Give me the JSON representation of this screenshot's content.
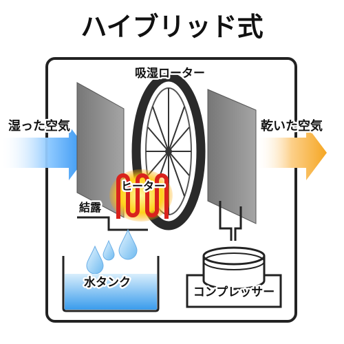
{
  "title": "ハイブリッド式",
  "labels": {
    "rotor": "吸湿ローター",
    "humid_air": "湿った空気",
    "dry_air": "乾いた空気",
    "heater": "ヒーター",
    "condensation": "結露",
    "water_tank": "水タンク",
    "compressor": "コンプレッサー"
  },
  "colors": {
    "inlet_arrow": "#2a8ff0",
    "outlet_arrow": "#f5a623",
    "heater_coil": "#d9221c",
    "heater_glow": "#ffd21a",
    "water": "#4aa8ef",
    "plate": "#8c8c8c",
    "outline": "#222222"
  }
}
